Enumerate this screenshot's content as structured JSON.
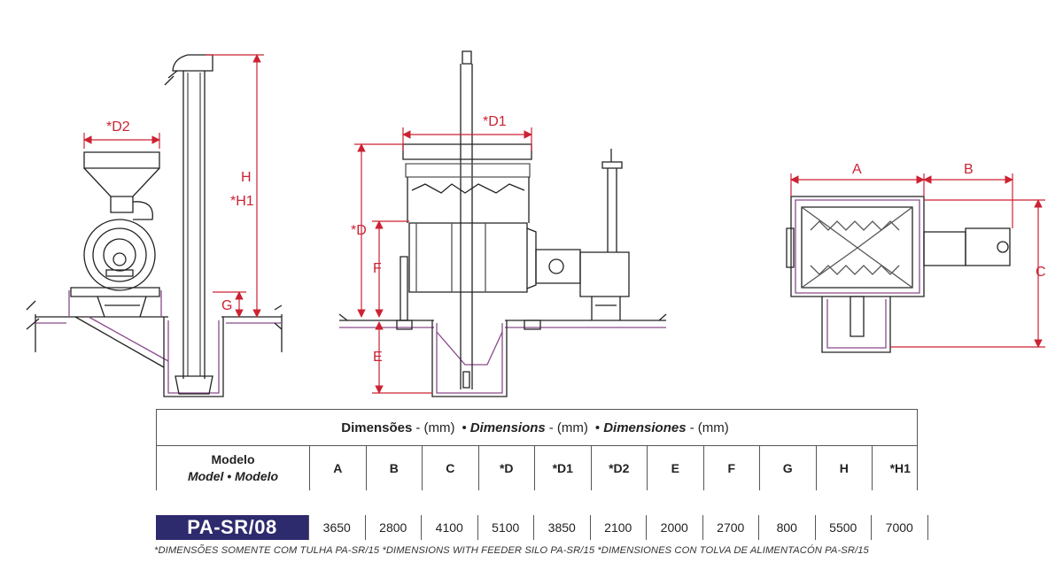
{
  "dimension_labels": {
    "d2": "*D2",
    "h": "H",
    "h1": "*H1",
    "g": "G",
    "d1": "*D1",
    "d": "*D",
    "f": "F",
    "e": "E",
    "a": "A",
    "b": "B",
    "c": "C"
  },
  "table": {
    "title": {
      "pt": "Dimensões",
      "pt_unit": "- (mm)",
      "en": "Dimensions",
      "en_unit": "- (mm)",
      "es": "Dimensiones",
      "es_unit": "- (mm)",
      "separator": "•"
    },
    "model_header": {
      "line1": "Modelo",
      "line2": "Model • Modelo"
    },
    "columns": [
      "A",
      "B",
      "C",
      "*D",
      "*D1",
      "*D2",
      "E",
      "F",
      "G",
      "H",
      "*H1"
    ],
    "rows": [
      {
        "model": "PA-SR/08",
        "values": [
          "3650",
          "2800",
          "4100",
          "5100",
          "3850",
          "2100",
          "2000",
          "2700",
          "800",
          "5500",
          "7000"
        ]
      }
    ]
  },
  "footnote": "*DIMENSÕES SOMENTE COM TULHA PA-SR/15  *DIMENSIONS WITH FEEDER SILO PA-SR/15  *DIMENSIONES CON TOLVA DE ALIMENTACÓN PA-SR/15",
  "colors": {
    "dimension": "#cc2233",
    "outline": "#222222",
    "detail": "#8a4a8a",
    "badge": "#2e2a6e"
  }
}
